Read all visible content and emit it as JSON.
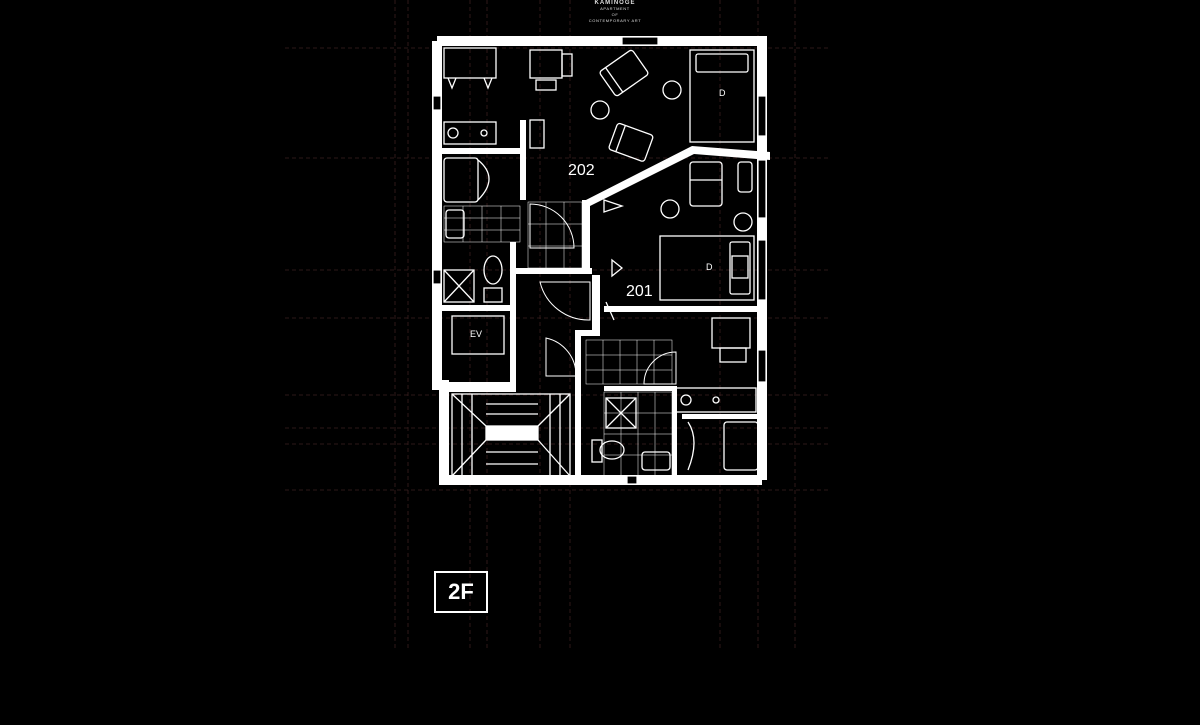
{
  "header": {
    "brand": "KAMINOGE",
    "tagline_1": "APARTMENT",
    "tagline_2": "OF",
    "tagline_3": "CONTEMPORARY ART"
  },
  "units": {
    "unit_202": "202",
    "unit_201": "201"
  },
  "rooms": {
    "bed_202": "D",
    "bed_201": "D",
    "elevator": "EV"
  },
  "floor": {
    "label": "2F"
  },
  "colors": {
    "background": "#000000",
    "walls": "#ffffff",
    "grid_lines": "#3a1f1f"
  }
}
